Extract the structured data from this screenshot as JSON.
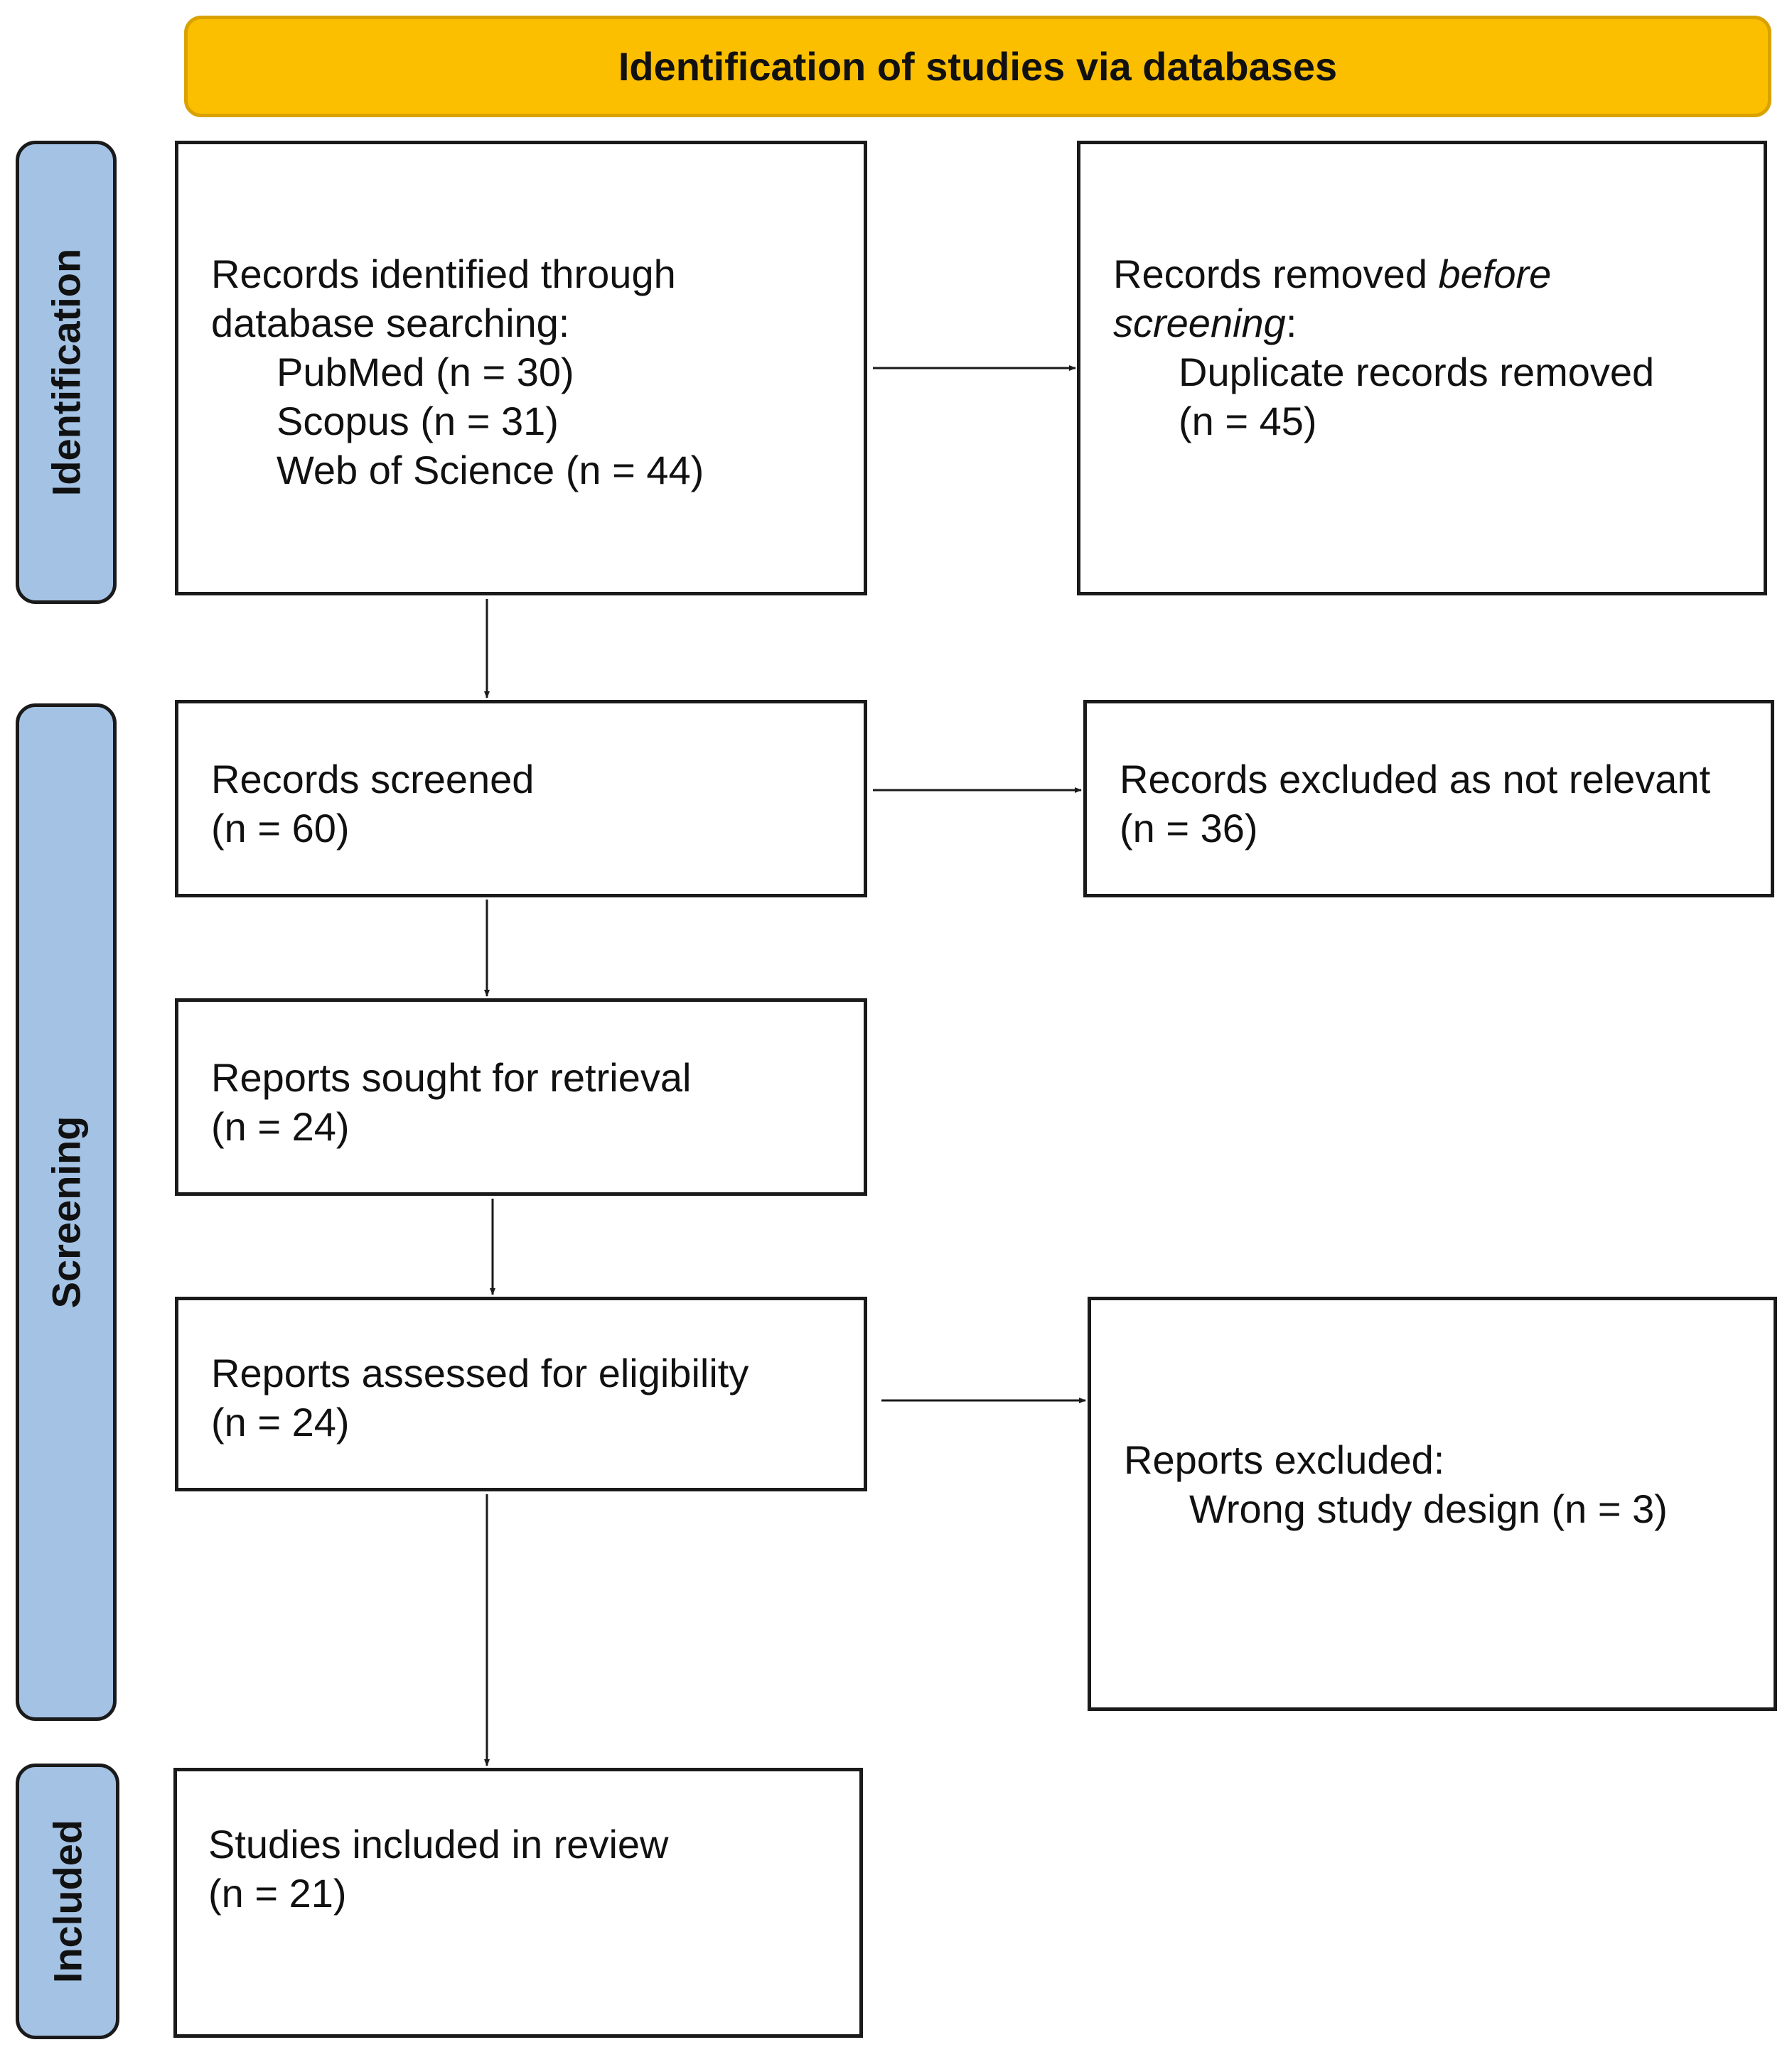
{
  "header": {
    "title": "Identification of studies via databases"
  },
  "phases": {
    "identification": "Identification",
    "screening": "Screening",
    "included": "Included"
  },
  "boxes": {
    "identified": {
      "line1": "Records identified through",
      "line2": "database searching:",
      "sources": [
        "PubMed (n = 30)",
        "Scopus (n = 31)",
        "Web of Science (n = 44)"
      ]
    },
    "removed": {
      "line1_normal": "Records removed ",
      "line1_italic": "before",
      "line2_italic": "screening",
      "line2_colon": ":",
      "detail1": "Duplicate records removed",
      "detail2": "(n = 45)"
    },
    "screened": {
      "label": "Records screened",
      "count": "(n = 60)"
    },
    "excluded": {
      "label": "Records excluded as not relevant",
      "count": "(n = 36)"
    },
    "sought": {
      "label": "Reports sought for retrieval",
      "count": "(n = 24)"
    },
    "assessed": {
      "label": "Reports assessed for eligibility",
      "count": "(n = 24)"
    },
    "reports_excluded": {
      "label": "Reports excluded:",
      "reason": "Wrong study design (n = 3)"
    },
    "included": {
      "label": "Studies included in review",
      "count": "(n = 21)"
    }
  },
  "colors": {
    "header_fill": "#fbbf00",
    "phase_fill": "#a4c2e4",
    "line": "#1a1a1a"
  }
}
